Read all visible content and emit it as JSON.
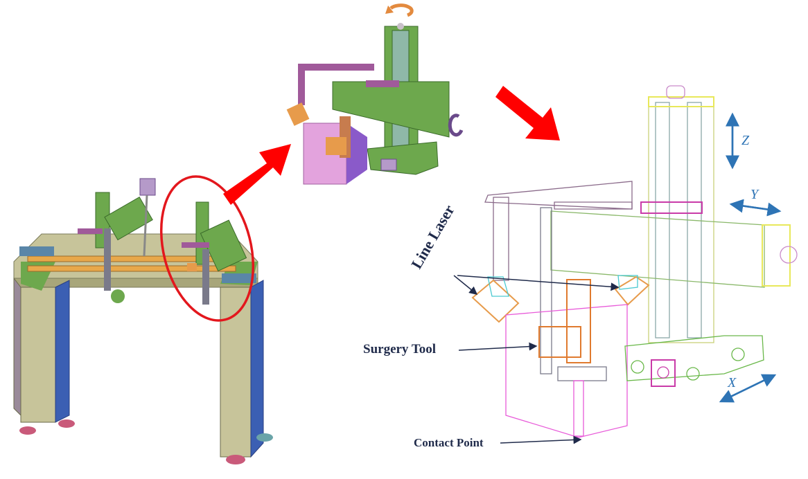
{
  "labels": {
    "line_laser": "Line Laser",
    "surgery_tool": "Surgery Tool",
    "contact_point": "Contact Point"
  },
  "axes": {
    "x": "X",
    "y": "Y",
    "z": "Z"
  },
  "colors": {
    "highlight_circle": "#e3171d",
    "arrow": "#ff0000",
    "axis": "#2e74b5",
    "leader": "#1f2a4a",
    "rotation_icon": "#e38a3e",
    "frame": "#c7c49a",
    "leg": "#3b5fb3",
    "rail": "#6da84d",
    "arm": "#a05a9a",
    "laser": "#e79b4b",
    "tool": "#c77c4e",
    "plate": "#e3a3dd"
  }
}
